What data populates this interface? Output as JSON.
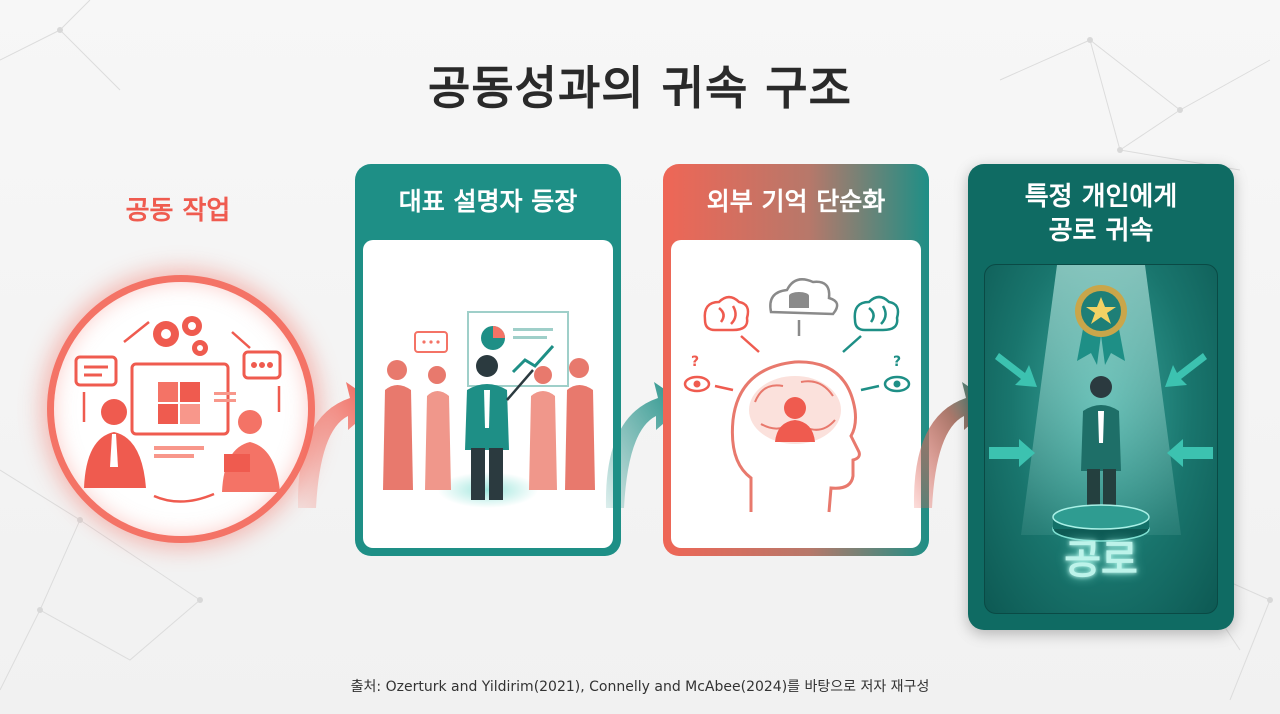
{
  "title": "공동성과의 귀속 구조",
  "steps": [
    {
      "label": "공동 작업"
    },
    {
      "label": "대표 설명자 등장"
    },
    {
      "label": "외부 기억 단순화"
    },
    {
      "label_line1": "특정 개인에게",
      "label_line2": "공로 귀속",
      "reward_label": "공로"
    }
  ],
  "source": "출처: Ozerturk and Yildirim(2021), Connelly and McAbee(2024)를 바탕으로 저자 재구성",
  "colors": {
    "coral": "#ef5b4f",
    "teal": "#1e8f86",
    "dark_teal": "#0f6b63",
    "title": "#2a2a2a"
  }
}
